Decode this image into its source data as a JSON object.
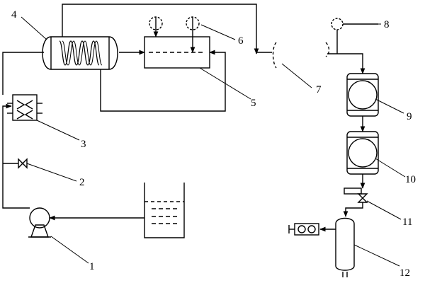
{
  "diagram": {
    "colors": {
      "line": "#000000",
      "background": "#ffffff"
    },
    "components": [
      {
        "id": "1",
        "label": "1",
        "icon": "pump-icon"
      },
      {
        "id": "2",
        "label": "2",
        "icon": "valve-icon"
      },
      {
        "id": "3",
        "label": "3",
        "icon": "heat-exchanger-icon"
      },
      {
        "id": "4",
        "label": "4",
        "icon": "coil-heater-vessel-icon"
      },
      {
        "id": "5",
        "label": "5",
        "icon": "reactor-box-icon"
      },
      {
        "id": "6",
        "label": "6",
        "icon": "gauge-icon"
      },
      {
        "id": "7",
        "label": "7",
        "icon": "nozzle-icon"
      },
      {
        "id": "8",
        "label": "8",
        "icon": "gauge-icon"
      },
      {
        "id": "9",
        "label": "9",
        "icon": "separator-vessel-icon"
      },
      {
        "id": "10",
        "label": "10",
        "icon": "separator-vessel-icon"
      },
      {
        "id": "11",
        "label": "11",
        "icon": "valve-icon"
      },
      {
        "id": "12",
        "label": "12",
        "icon": "collector-tank-icon"
      }
    ]
  }
}
